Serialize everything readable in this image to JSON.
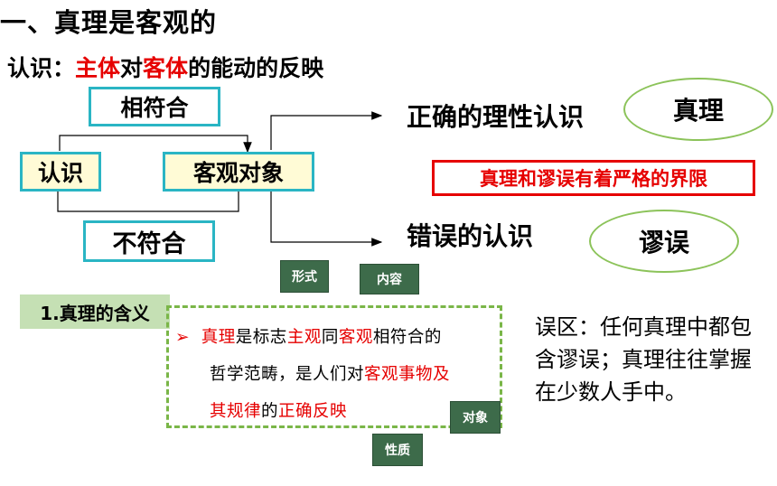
{
  "heading": "一、真理是客观的",
  "subtitle": {
    "prefix": "认识：",
    "subject": "主体",
    "mid": "对",
    "object": "客体",
    "suffix": "的能动的反映"
  },
  "diagram": {
    "match_label": "相符合",
    "cognition_label": "认识",
    "object_label": "客观对象",
    "nomatch_label": "不符合",
    "correct_label": "正确的理性认识",
    "truth_label": "真理",
    "wrong_label": "错误的认识",
    "error_label": "谬误",
    "boundary_label": "真理和谬误有着严格的界限"
  },
  "section": {
    "label": "1.真理的含义",
    "bullet": "➢",
    "line1": [
      {
        "t": "真理",
        "red": true
      },
      {
        "t": "是标志",
        "red": false
      },
      {
        "t": "主观",
        "red": true
      },
      {
        "t": "同",
        "red": false
      },
      {
        "t": "客观",
        "red": true
      },
      {
        "t": "相符合的",
        "red": false
      }
    ],
    "line2": [
      {
        "t": "哲学范畴，是人们对",
        "red": false
      },
      {
        "t": "客观事物及",
        "red": true
      }
    ],
    "line3": [
      {
        "t": "其规律",
        "red": true
      },
      {
        "t": "的",
        "red": false
      },
      {
        "t": "正确反映",
        "red": true
      }
    ],
    "callouts": {
      "form": "形式",
      "content": "内容",
      "object": "对象",
      "nature": "性质"
    }
  },
  "misconception": "误区：任何真理中都包含谬误；真理往往掌握在少数人手中。",
  "colors": {
    "accent_red": "#e60000",
    "cyan_border": "#2ab5c4",
    "oval_border": "#8cc35a",
    "dashed_green": "#7ab648",
    "label_bg": "#c5e0b4",
    "callout_bg": "#3d6b4a"
  }
}
